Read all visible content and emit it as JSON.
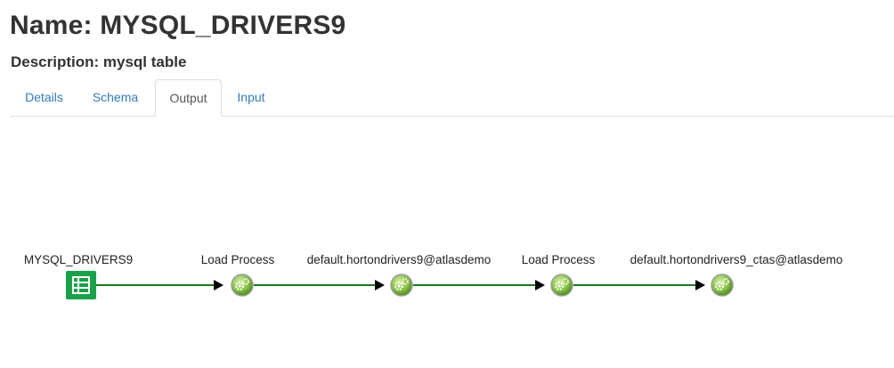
{
  "entity": {
    "title": "Name: MYSQL_DRIVERS9",
    "description": "Description: mysql table"
  },
  "tabs": [
    {
      "label": "Details",
      "active": false
    },
    {
      "label": "Schema",
      "active": false
    },
    {
      "label": "Output",
      "active": true
    },
    {
      "label": "Input",
      "active": false
    }
  ],
  "lineage": {
    "nodes": [
      {
        "label": "MYSQL_DRIVERS9",
        "type": "table",
        "icon": "table-icon"
      },
      {
        "label": "Load Process",
        "type": "process",
        "icon": "gears-icon"
      },
      {
        "label": "default.hortondrivers9@atlasdemo",
        "type": "dataset",
        "icon": "gears-icon"
      },
      {
        "label": "Load Process",
        "type": "process",
        "icon": "gears-icon"
      },
      {
        "label": "default.hortondrivers9_ctas@atlasdemo",
        "type": "dataset",
        "icon": "gears-icon"
      }
    ],
    "edge_color": "#1a7a1a",
    "table_color": "#1aa14a",
    "process_color": "#8bc34a"
  }
}
